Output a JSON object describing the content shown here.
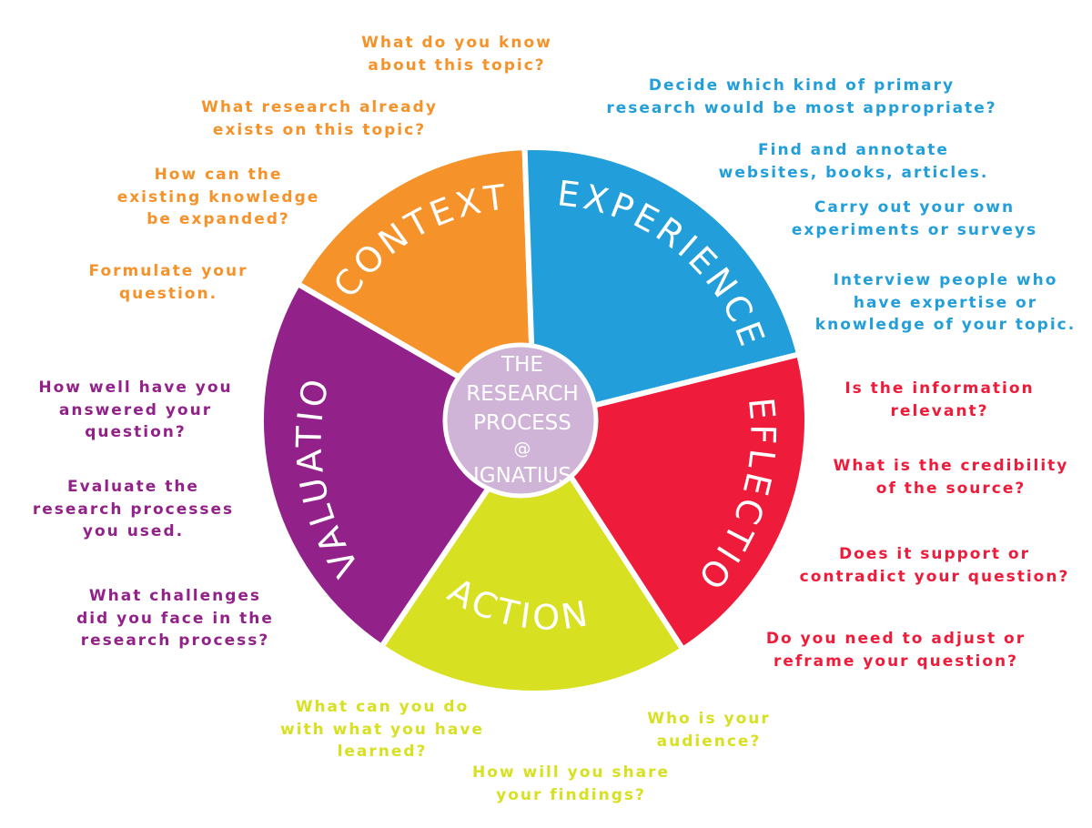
{
  "colors": {
    "context": "#F5922A",
    "experience": "#229FDA",
    "reflection": "#EE1B3A",
    "action": "#D8E022",
    "evaluation": "#922289",
    "center": "#CFB4D7",
    "border": "#ffffff"
  },
  "center": {
    "lines": [
      "THE",
      "RESEARCH",
      "PROCESS",
      "@",
      "IGNATIUS"
    ]
  },
  "segments": [
    {
      "key": "context",
      "label": "CONTEXT",
      "questions": [
        [
          "What do you know",
          "about this topic?"
        ],
        [
          "What research already",
          "exists on this topic?"
        ],
        [
          "How can the",
          "existing knowledge",
          "be expanded?"
        ],
        [
          "Formulate your",
          "question."
        ]
      ]
    },
    {
      "key": "experience",
      "label": "EXPERIENCE",
      "questions": [
        [
          "Decide which kind of primary",
          "research would be most appropriate?"
        ],
        [
          "Find and annotate",
          "websites, books, articles."
        ],
        [
          "Carry out your own",
          "experiments or surveys"
        ],
        [
          "Interview people who",
          "have expertise or",
          "knowledge of your topic."
        ]
      ]
    },
    {
      "key": "reflection",
      "label": "REFLECTION",
      "questions": [
        [
          "Is the information",
          "relevant?"
        ],
        [
          "What is the credibility",
          "of the source?"
        ],
        [
          "Does it support or",
          "contradict your question?"
        ],
        [
          "Do you need to adjust or",
          "reframe your question?"
        ]
      ]
    },
    {
      "key": "action",
      "label": "ACTION",
      "questions": [
        [
          "What can you do",
          "with what you have",
          "learned?"
        ],
        [
          "How will you share",
          "your findings?"
        ],
        [
          "Who is your",
          "audience?"
        ]
      ]
    },
    {
      "key": "evaluation",
      "label": "EVALUATION",
      "questions": [
        [
          "How well have you",
          "answered your",
          "question?"
        ],
        [
          "Evaluate the",
          "research processes",
          "you used."
        ],
        [
          "What challenges",
          "did you face in the",
          "research process?"
        ]
      ]
    }
  ]
}
